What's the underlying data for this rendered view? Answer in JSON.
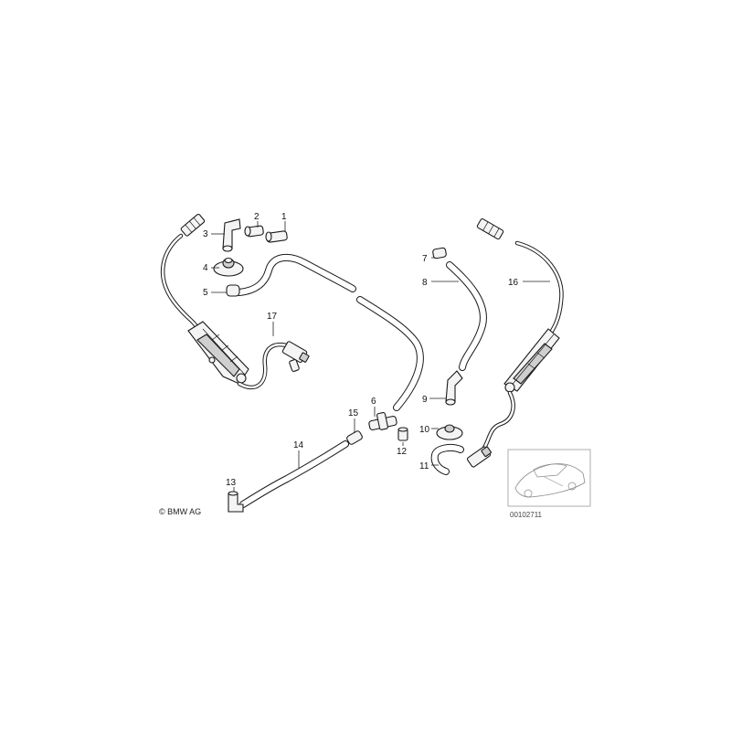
{
  "diagram": {
    "callouts": [
      {
        "id": "1",
        "label": "1"
      },
      {
        "id": "2",
        "label": "2"
      },
      {
        "id": "3",
        "label": "3"
      },
      {
        "id": "4",
        "label": "4"
      },
      {
        "id": "5",
        "label": "5"
      },
      {
        "id": "6",
        "label": "6"
      },
      {
        "id": "7",
        "label": "7"
      },
      {
        "id": "8",
        "label": "8"
      },
      {
        "id": "9",
        "label": "9"
      },
      {
        "id": "10",
        "label": "10"
      },
      {
        "id": "11",
        "label": "11"
      },
      {
        "id": "12",
        "label": "12"
      },
      {
        "id": "13",
        "label": "13"
      },
      {
        "id": "14",
        "label": "14"
      },
      {
        "id": "15",
        "label": "15"
      },
      {
        "id": "16",
        "label": "16"
      },
      {
        "id": "17",
        "label": "17"
      }
    ],
    "copyright": "© BMW AG",
    "drawing_code": "00102711"
  }
}
